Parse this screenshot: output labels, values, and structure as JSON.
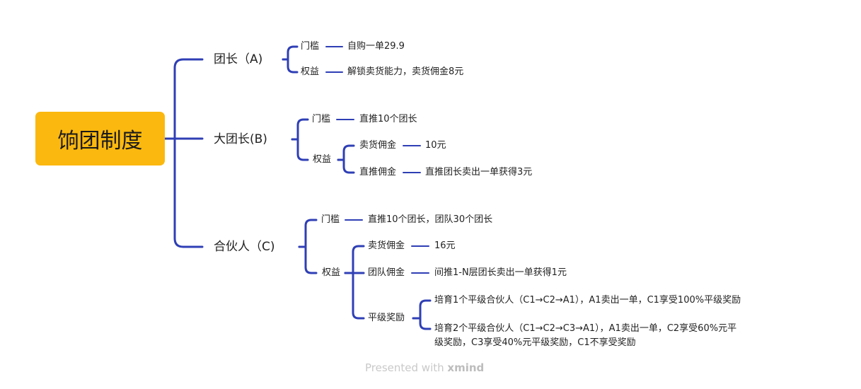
{
  "root": {
    "label": "饷团制度"
  },
  "branches": {
    "a": {
      "label": "团长（A)",
      "threshold": {
        "label": "门槛",
        "value": "自购一单29.9"
      },
      "rights": {
        "label": "权益",
        "value": "解锁卖货能力，卖货佣金8元"
      }
    },
    "b": {
      "label": "大团长(B)",
      "threshold": {
        "label": "门槛",
        "value": "直推10个团长"
      },
      "rights": {
        "label": "权益",
        "sales": {
          "label": "卖货佣金",
          "value": "10元"
        },
        "direct": {
          "label": "直推佣金",
          "value": "直推团长卖出一单获得3元"
        }
      }
    },
    "c": {
      "label": "合伙人（C)",
      "threshold": {
        "label": "门槛",
        "value": "直推10个团长，团队30个团长"
      },
      "rights": {
        "label": "权益",
        "sales": {
          "label": "卖货佣金",
          "value": "16元"
        },
        "team": {
          "label": "团队佣金",
          "value": "间推1-N层团长卖出一单获得1元"
        },
        "peer": {
          "label": "平级奖励",
          "items": [
            "培育1个平级合伙人（C1→C2→A1），A1卖出一单，C1享受100%平级奖励",
            "培育2个平级合伙人（C1→C2→C3→A1），A1卖出一单，C2享受60%元平级奖励，C3享受40%元平级奖励，C1不享受奖励"
          ]
        }
      }
    }
  },
  "footer": {
    "prefix": "Presented with",
    "brand": "xmind"
  },
  "colors": {
    "connector": "#2f3fb5",
    "root_fill": "#fbb80f"
  }
}
